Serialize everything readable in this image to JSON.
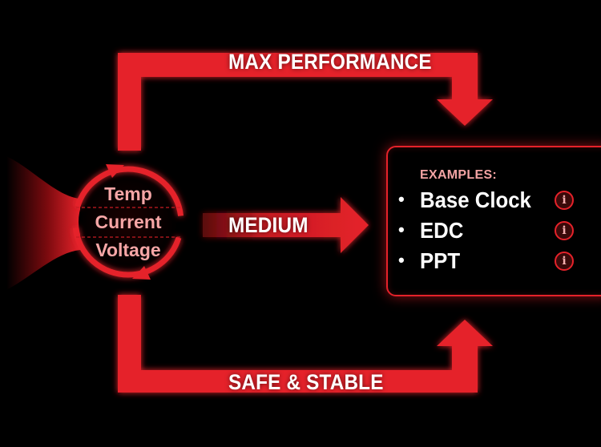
{
  "flows": {
    "top_label": "MAX PERFORMANCE",
    "middle_label": "MEDIUM",
    "bottom_label": "SAFE & STABLE"
  },
  "cycle": {
    "items": [
      "Temp",
      "Current",
      "Voltage"
    ]
  },
  "examples": {
    "title": "EXAMPLES:",
    "items": [
      {
        "bullet": "•",
        "label": "Base Clock",
        "icon": "info-icon",
        "icon_glyph": "i"
      },
      {
        "bullet": "•",
        "label": "EDC",
        "icon": "info-icon",
        "icon_glyph": "i"
      },
      {
        "bullet": "•",
        "label": "PPT",
        "icon": "info-icon",
        "icon_glyph": "i"
      }
    ]
  },
  "colors": {
    "background": "#000000",
    "accent_red": "#e5222a",
    "label_pink": "#f3a3a3",
    "text_white": "#ffffff"
  }
}
